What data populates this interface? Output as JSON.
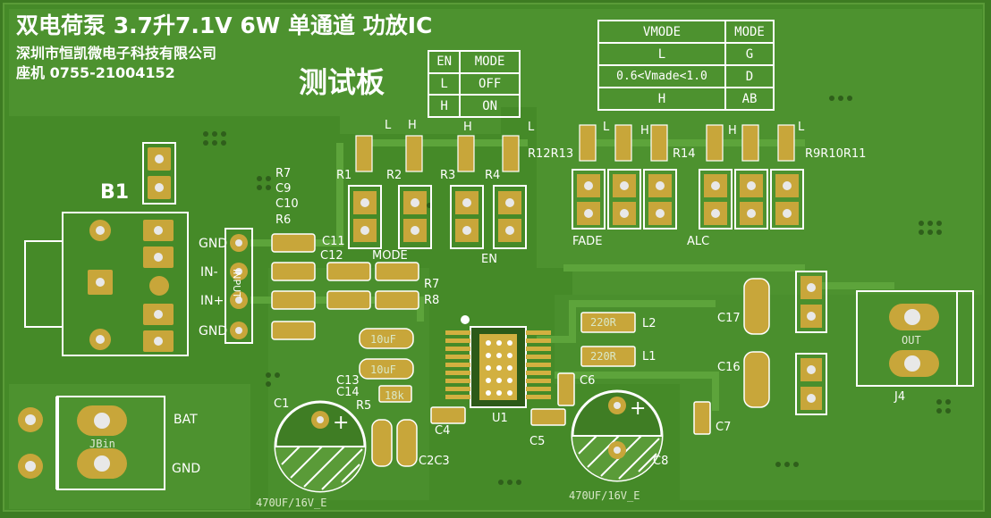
{
  "title": {
    "line1": "双电荷泵 3.7升7.1V  6W  单通道 功放IC",
    "line2": "深圳市恒凯微电子科技有限公司",
    "line3": "座机 0755-21004152",
    "board": "测试板"
  },
  "en_table": {
    "header": [
      "EN",
      "MODE"
    ],
    "rows": [
      [
        "L",
        "OFF"
      ],
      [
        "H",
        "ON"
      ]
    ]
  },
  "vmode_table": {
    "header": [
      "VMODE",
      "MODE"
    ],
    "rows": [
      [
        "L",
        "G"
      ],
      [
        "0.6<Vmade<1.0",
        "D"
      ],
      [
        "H",
        "AB"
      ]
    ]
  },
  "labels": {
    "b1": "B1",
    "gnd_top": "GND",
    "in_minus": "IN-",
    "in_plus": "IN+",
    "gnd_mid": "GND",
    "input": "INPUT",
    "bat": "BAT",
    "gnd_bottom": "GND",
    "jbin": "JBin",
    "out": "OUT",
    "j4": "J4",
    "fade": "FADE",
    "alc": "ALC",
    "en": "EN",
    "mode": "MODE",
    "u1": "U1",
    "r1": "R1",
    "r2": "R2",
    "r3": "R3",
    "r4": "R4",
    "r5": "R5",
    "r6": "R6",
    "r7": "R7",
    "r7b": "R7",
    "r8": "R8",
    "r12r13": "R12R13",
    "r14": "R14",
    "r9r10r11": "R9R10R11",
    "c1": "C1",
    "c2c3": "C2C3",
    "c4": "C4",
    "c5": "C5",
    "c6": "C6",
    "c7": "C7",
    "c8": "C8",
    "c9": "C9",
    "c10": "C10",
    "c11": "C11",
    "c12": "C12",
    "c13": "C13",
    "c14": "C14",
    "c16": "C16",
    "c17": "C17",
    "l1": "L1",
    "l2": "L2",
    "l_1": "L",
    "h_1": "H",
    "h_2": "H",
    "l_2": "L",
    "l_3": "L",
    "h_3": "H",
    "h_4": "H",
    "l_4": "L",
    "val_220r_a": "220R",
    "val_220r_b": "220R",
    "val_10uf_a": "10uF",
    "val_10uf_b": "10uF",
    "val_18k": "18k",
    "cap_c1": "470UF/16V_E",
    "cap_c8": "470UF/16V_E"
  },
  "colors": {
    "board": "#3f7d24",
    "copper": "#4f9330",
    "pad": "#c8a63a",
    "silk": "#ffffff"
  }
}
